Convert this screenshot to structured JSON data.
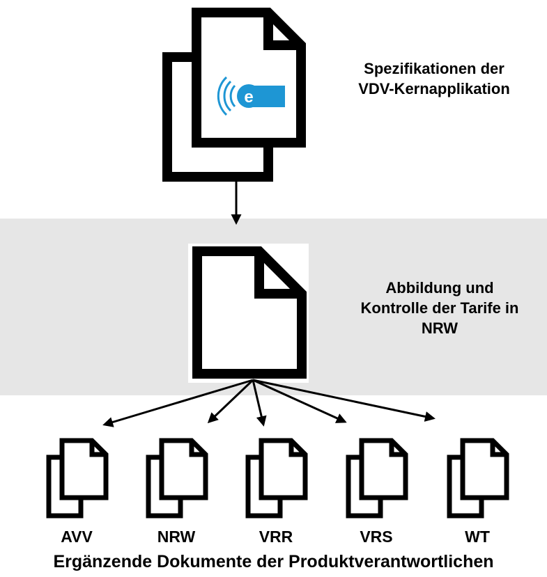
{
  "top_document": {
    "label_line1": "Spezifikationen der",
    "label_line2": "VDV-Kernapplikation",
    "logo_letter": "e",
    "logo_color": "#1e96d4"
  },
  "middle_document": {
    "label_line1": "Abbildung und",
    "label_line2": "Kontrolle der Tarife in",
    "label_line3": "NRW"
  },
  "sub_documents": [
    {
      "label": "AVV"
    },
    {
      "label": "NRW"
    },
    {
      "label": "VRR"
    },
    {
      "label": "VRS"
    },
    {
      "label": "WT"
    }
  ],
  "footer": {
    "label": "Ergänzende Dokumente der Produktverantwortlichen"
  },
  "colors": {
    "band": "#e6e6e6",
    "stroke": "#000000"
  }
}
